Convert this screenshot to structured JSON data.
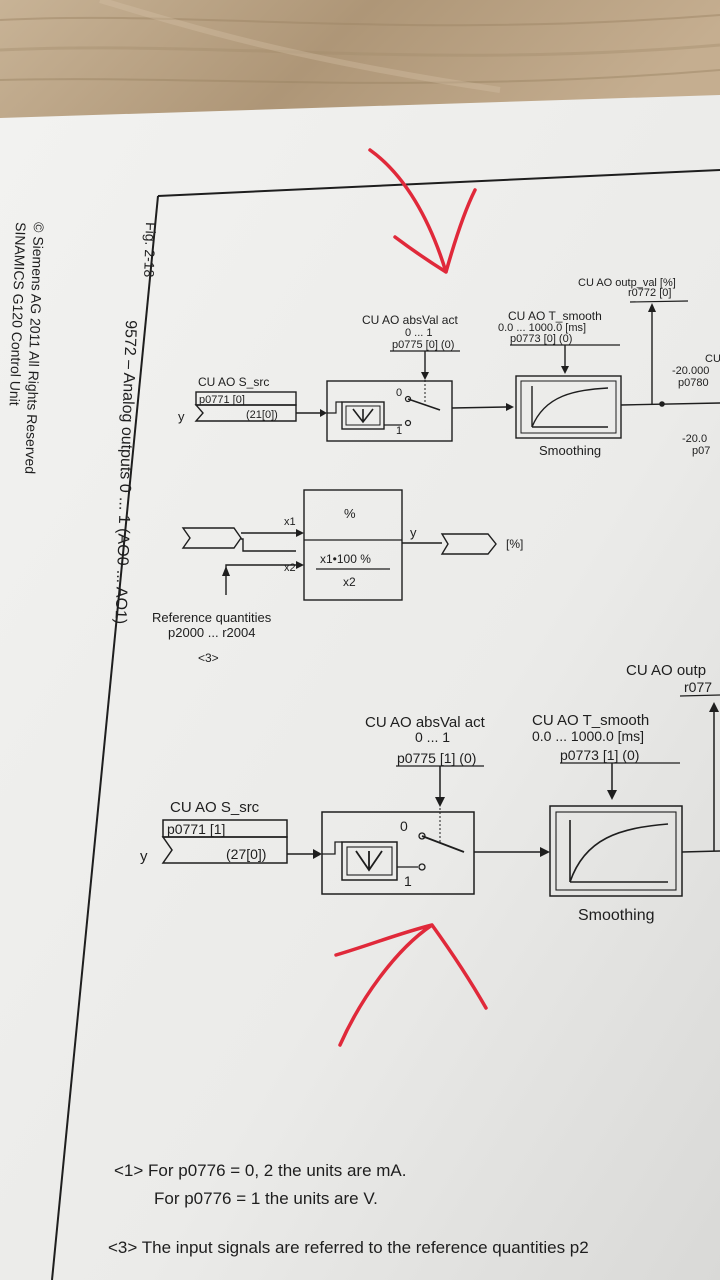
{
  "side_text": {
    "copyright": "© Siemens AG 2011 All Rights Reserved",
    "product": "SINAMICS G120 Control Unit",
    "fig_label": "Fig. 2-18",
    "fig_title": "9572 – Analog outputs 0 ... 1 (AO0 ... AO1)"
  },
  "ao0": {
    "src_title": "CU AO S_src",
    "src_param": "p0771 [0]",
    "src_value": "(21[0])",
    "y": "y",
    "absval_title": "CU AO absVal act",
    "absval_range": "0 ... 1",
    "absval_param": "p0775 [0] (0)",
    "switch_0": "0",
    "switch_1": "1",
    "smooth_title": "CU AO T_smooth",
    "smooth_range": "0.0 ... 1000.0 [ms]",
    "smooth_param": "p0773 [0] (0)",
    "smooth_label": "Smoothing",
    "outval_title": "CU AO outp_val [%]",
    "outval_param": "r0772 [0]",
    "right_1": "CU",
    "right_2": "-20.000",
    "right_3": "p0780",
    "right_4": "-20.0",
    "right_5": "p07"
  },
  "percent_block": {
    "x1": "x1",
    "x2": "x2",
    "y": "y",
    "symbol": "%",
    "formula": "x1•100 %",
    "denominator": "x2",
    "out_unit": "[%]",
    "ref_title": "Reference quantities",
    "ref_params": "p2000 ... r2004",
    "ref_note": "<3>"
  },
  "ao1": {
    "src_title": "CU AO S_src",
    "src_param": "p0771 [1]",
    "src_value": "(27[0])",
    "y": "y",
    "absval_title": "CU AO absVal act",
    "absval_range": "0 ... 1",
    "absval_param": "p0775 [1] (0)",
    "switch_0": "0",
    "switch_1": "1",
    "smooth_title": "CU AO T_smooth",
    "smooth_range": "0.0 ... 1000.0 [ms]",
    "smooth_param": "p0773 [1] (0)",
    "smooth_label": "Smoothing",
    "outval_title": "CU AO outp",
    "outval_param": "r077"
  },
  "footnotes": {
    "n1_line1": "<1> For p0776 = 0, 2 the units are mA.",
    "n1_line2": "For p0776 = 1 the units are V.",
    "n3": "<3> The input signals are referred to the reference quantities p2"
  },
  "colors": {
    "paper": "#eeeeec",
    "ink": "#1e1e1e",
    "annotation": "#e0293a",
    "wood": "#b9a488"
  }
}
